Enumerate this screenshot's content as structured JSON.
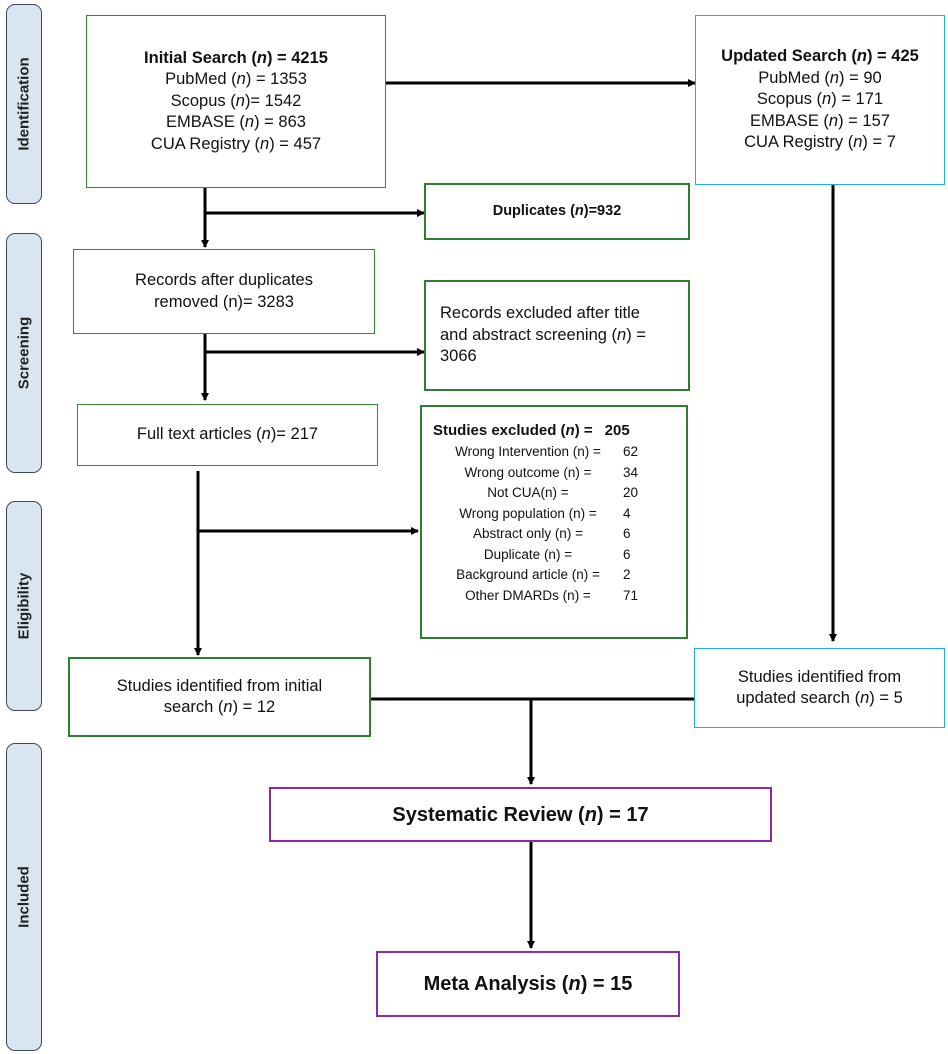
{
  "stages": [
    "Identification",
    "Screening",
    "Eligibility",
    "Included"
  ],
  "initial_search": {
    "title_pre": "Initial Search (",
    "title_n": "n",
    "title_post": ") = 4215",
    "items": [
      {
        "pre": "PubMed (",
        "n": "n",
        "post": ") = 1353"
      },
      {
        "pre": "Scopus (",
        "n": "n",
        "post": ")= 1542"
      },
      {
        "pre": "EMBASE (",
        "n": "n",
        "post": ") = 863"
      },
      {
        "pre": "CUA Registry (",
        "n": "n",
        "post": ") = 457"
      }
    ]
  },
  "updated_search": {
    "title_pre": "Updated Search (",
    "title_n": "n",
    "title_post": ") = 425",
    "items": [
      {
        "pre": "PubMed (",
        "n": "n",
        "post": ") = 90"
      },
      {
        "pre": "Scopus (",
        "n": "n",
        "post": ") = 171"
      },
      {
        "pre": "EMBASE (",
        "n": "n",
        "post": ") = 157"
      },
      {
        "pre": "CUA Registry (",
        "n": "n",
        "post": ") = 7"
      }
    ]
  },
  "duplicates": {
    "pre": "Duplicates (",
    "n": "n",
    "post": ")=932"
  },
  "after_duplicates": {
    "line1": "Records after duplicates",
    "line2": "removed  (n)= 3283"
  },
  "excluded_title": {
    "line1": "Records excluded after title",
    "line2_pre": "and abstract screening (",
    "n": "n",
    "line2_post": ") =",
    "line3": "3066"
  },
  "full_text": {
    "pre": "Full text articles (",
    "n": "n",
    "post": ")= 217"
  },
  "studies_excluded": {
    "title_pre": "Studies excluded (",
    "title_n": "n",
    "title_post": ") =",
    "title_value": "205",
    "items": [
      {
        "label": "Wrong Intervention (n) =",
        "value": "62"
      },
      {
        "label": "Wrong outcome (n) =",
        "value": "34"
      },
      {
        "label": "Not CUA(n) =",
        "value": "20"
      },
      {
        "label": "Wrong population (n) =",
        "value": "4"
      },
      {
        "label": "Abstract only (n) =",
        "value": "6"
      },
      {
        "label": "Duplicate (n) =",
        "value": "6"
      },
      {
        "label": "Background article (n) =",
        "value": "2"
      },
      {
        "label": "Other DMARDs (n) =",
        "value": "71"
      }
    ]
  },
  "identified_initial": {
    "line1": "Studies identified from initial",
    "line2_pre": "search (",
    "n": "n",
    "line2_post": ") = 12"
  },
  "identified_updated": {
    "line1": "Studies identified from",
    "line2_pre": "updated search (",
    "n": "n",
    "line2_post": ") = 5"
  },
  "systematic_review": {
    "pre": "Systematic Review (",
    "n": "n",
    "post": ") = 17"
  },
  "meta_analysis": {
    "pre": "Meta Analysis (",
    "n": "n",
    "post": ") = 15"
  },
  "colors": {
    "green_border": "#2e7d32",
    "cyan_border": "#1ab0e6",
    "purple_border": "#8a2aa8",
    "stage_fill": "#d9e6f2",
    "arrow": "#000000"
  }
}
